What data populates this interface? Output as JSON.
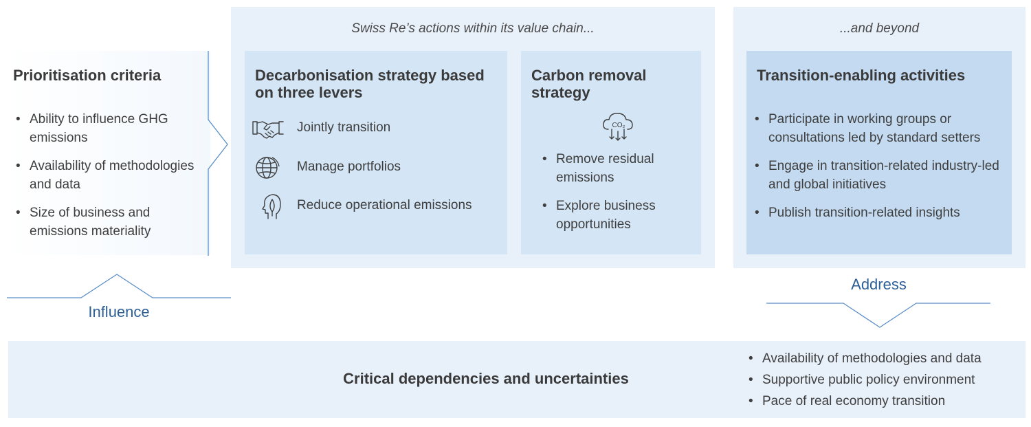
{
  "left": {
    "title": "Prioritisation criteria",
    "bullets": [
      "Ability to influence GHG emissions",
      "Availability of methodologies and data",
      "Size of business and emissions materiality"
    ]
  },
  "value_chain": {
    "heading": "Swiss Re’s actions within its value chain...",
    "decarbonisation": {
      "title": "Decarbonisation strategy based on three levers",
      "levers": [
        {
          "icon": "handshake-icon",
          "label": "Jointly transition"
        },
        {
          "icon": "globe-icon",
          "label": "Manage portfolios"
        },
        {
          "icon": "head-leaf-icon",
          "label": "Reduce operational emissions"
        }
      ]
    },
    "carbon_removal": {
      "title": "Carbon removal strategy",
      "icon": "co2-cloud-icon",
      "icon_text": "CO₂",
      "bullets": [
        "Remove residual emissions",
        "Explore business opportunities"
      ]
    }
  },
  "beyond": {
    "heading": "...and beyond",
    "title": "Transition-enabling activities",
    "bullets": [
      "Participate in working groups or consultations led by standard setters",
      "Engage in transition-related industry-led and global initiatives",
      "Publish transition-related insights"
    ]
  },
  "influence_label": "Influence",
  "address_label": "Address",
  "bottom": {
    "title": "Critical dependencies and uncertainties",
    "bullets": [
      "Availability of methodologies and data",
      "Supportive public policy environment",
      "Pace of real economy transition"
    ]
  },
  "colors": {
    "panel": "#e8f0fa",
    "box": "#d4e5f5",
    "box_dark": "#c3daf0",
    "accent": "#2d5f97",
    "line": "#5b8fc7"
  }
}
